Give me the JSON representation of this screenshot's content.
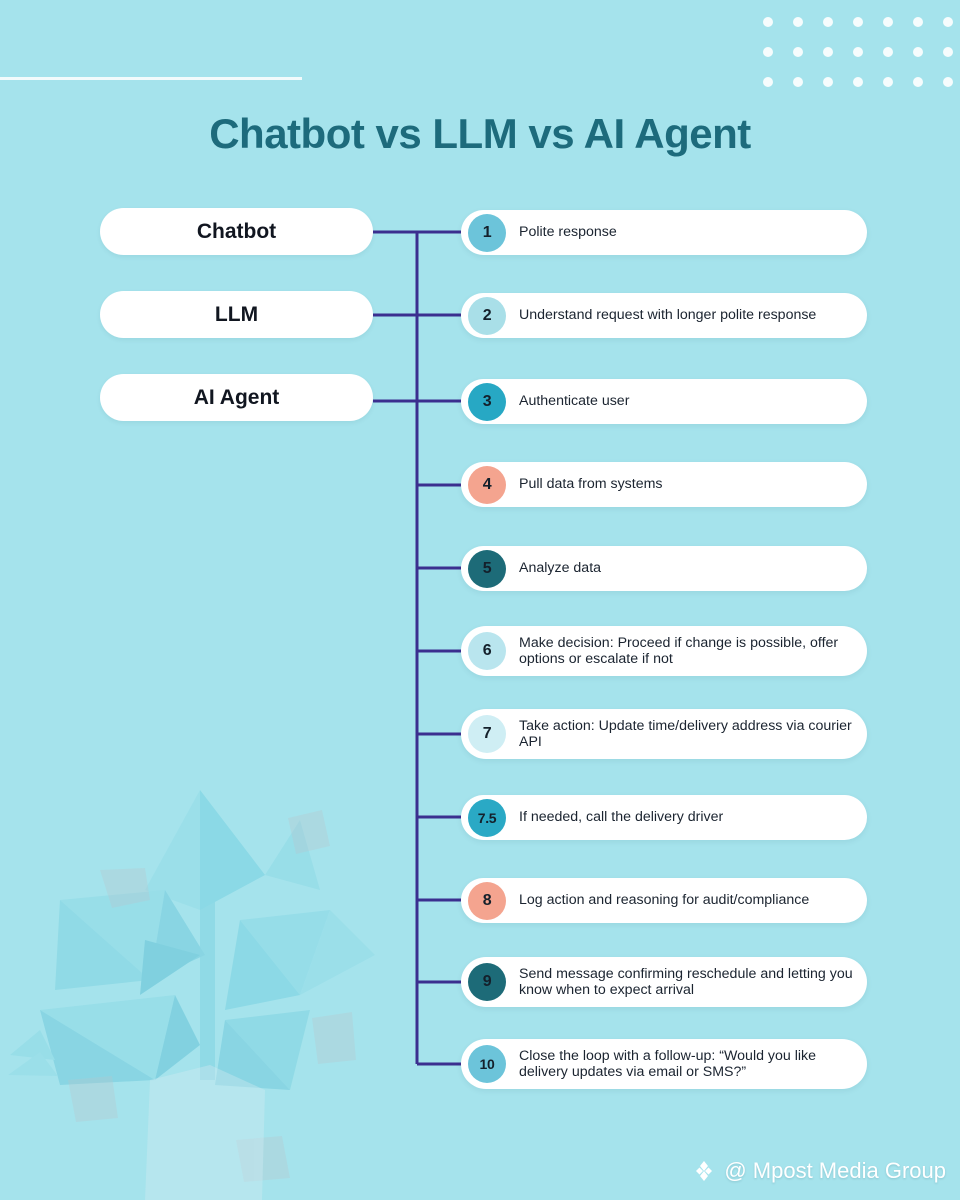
{
  "page": {
    "title": "Chatbot vs LLM vs AI Agent",
    "background_color": "#a5e3ec",
    "title_color": "#1d6b7c"
  },
  "categories": [
    {
      "label": "Chatbot"
    },
    {
      "label": "LLM"
    },
    {
      "label": "AI Agent"
    }
  ],
  "steps": [
    {
      "number": "1",
      "text": "Polite response",
      "color": "#6cc4da",
      "lines": 1
    },
    {
      "number": "2",
      "text": "Understand request with longer polite response",
      "color": "#a9dfe8",
      "lines": 1
    },
    {
      "number": "3",
      "text": "Authenticate user",
      "color": "#27a8c4",
      "lines": 1
    },
    {
      "number": "4",
      "text": "Pull data from systems",
      "color": "#f4a48f",
      "lines": 1
    },
    {
      "number": "5",
      "text": "Analyze data",
      "color": "#1d6b78",
      "lines": 1
    },
    {
      "number": "6",
      "text": "Make decision: Proceed if change is possible, offer options or escalate if not",
      "color": "#b9e5ee",
      "lines": 2
    },
    {
      "number": "7",
      "text": "Take action: Update time/delivery address via courier API",
      "color": "#cfeef4",
      "lines": 2
    },
    {
      "number": "7.5",
      "text": "If needed, call the delivery driver",
      "color": "#2aa9c5",
      "lines": 1
    },
    {
      "number": "8",
      "text": "Log action and reasoning for audit/compliance",
      "color": "#f4a48f",
      "lines": 1
    },
    {
      "number": "9",
      "text": "Send message confirming reschedule and letting you know when to expect arrival",
      "color": "#1d6b78",
      "lines": 2
    },
    {
      "number": "10",
      "text": "Close the loop with a follow-up: “Would you like delivery updates via email or SMS?”",
      "color": "#6cc4da",
      "lines": 2
    }
  ],
  "connector": {
    "color": "#3b2f8f"
  },
  "watermark": {
    "handle": "@ Mpost Media Group"
  }
}
